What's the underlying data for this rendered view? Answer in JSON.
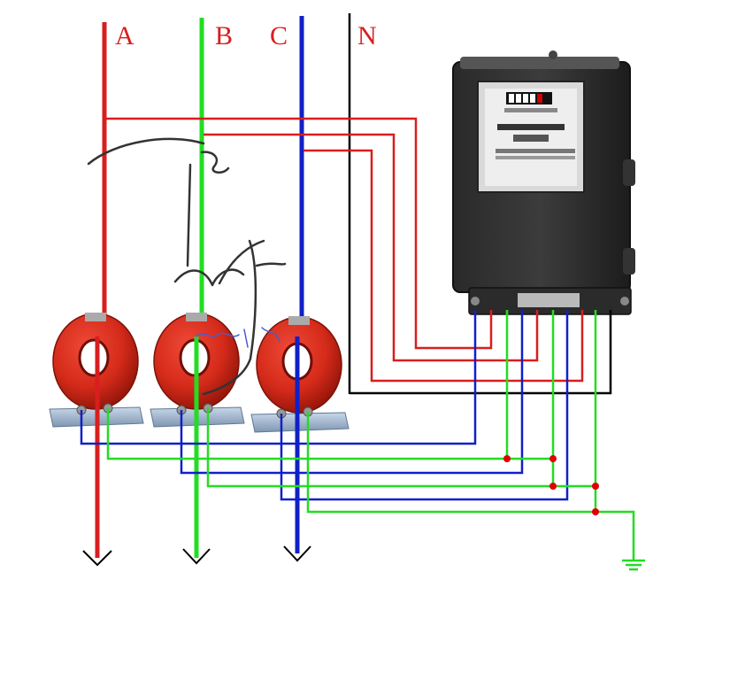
{
  "labels": {
    "a": "A",
    "b": "B",
    "c": "C",
    "n": "N"
  },
  "colors": {
    "phase_a": "#d81e1e",
    "phase_b": "#22dd22",
    "phase_c": "#1020c8",
    "neutral": "#000000",
    "ground": "#22dd22",
    "ct_body": "#d42a1a",
    "junction": "#e00000"
  },
  "components": {
    "ct_count": 3,
    "meter": "three-phase-energy-meter",
    "ground_symbol": "ground-icon",
    "output_arrows": "chevron-down-icon"
  }
}
